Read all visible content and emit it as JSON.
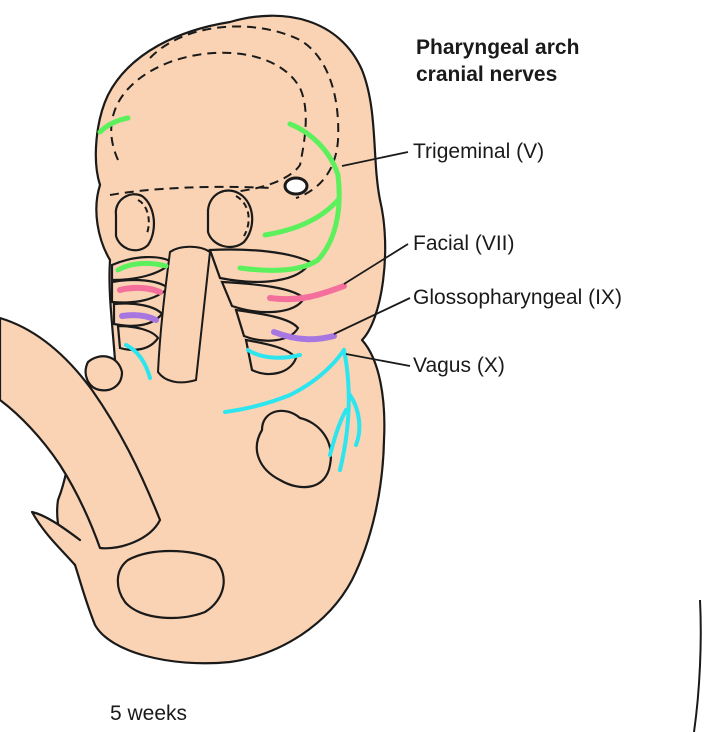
{
  "title": {
    "line1": "Pharyngeal arch",
    "line2": "cranial nerves"
  },
  "labels": {
    "trigeminal": "Trigeminal (V)",
    "facial": "Facial (VII)",
    "glossopharyngeal": "Glossopharyngeal (IX)",
    "vagus": "Vagus (X)"
  },
  "caption": "5 weeks",
  "colors": {
    "skin": "#f9d3b4",
    "outline": "#1a1a1a",
    "trigeminal": "#5cf05c",
    "facial": "#f46f9c",
    "glossopharyngeal": "#a876e0",
    "vagus": "#2ce5ef"
  }
}
